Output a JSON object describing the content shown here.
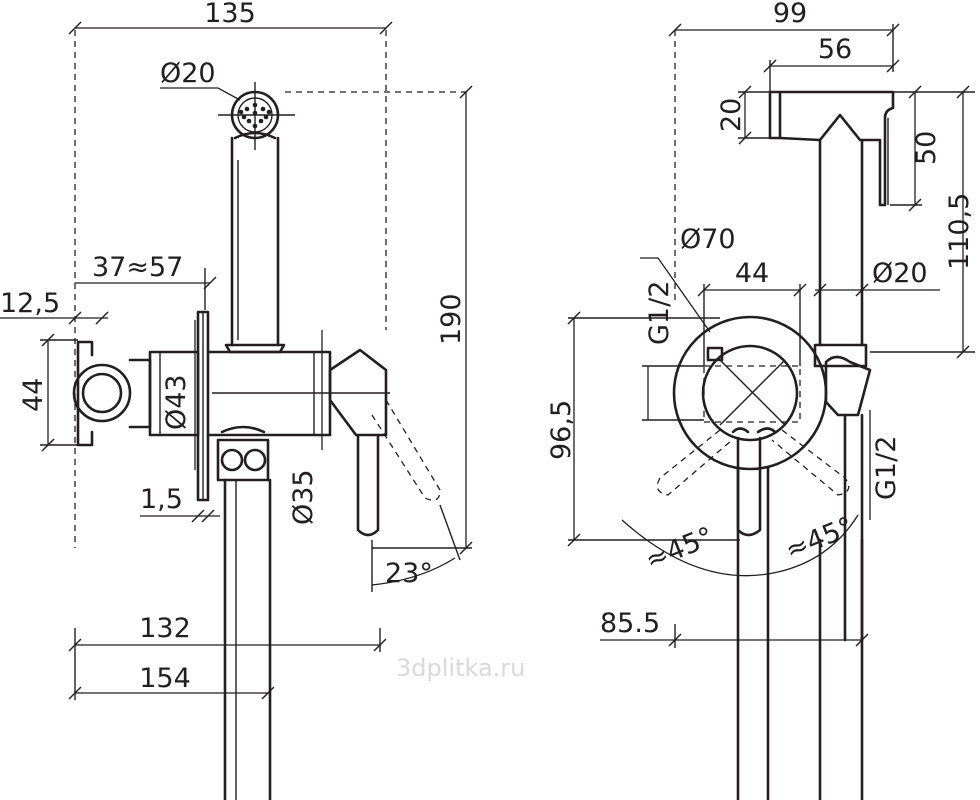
{
  "left_view": {
    "dims": {
      "width_total": "135",
      "shower_diameter": "Ø20",
      "mount_range": "37≈57",
      "wall_offset": "12,5",
      "block_height": "44",
      "flange_diameter": "Ø43",
      "plate_thickness": "1,5",
      "body_diameter": "Ø35",
      "lever_angle": "23°",
      "height_total": "190",
      "depth_132": "132",
      "depth_154": "154"
    }
  },
  "right_view": {
    "dims": {
      "width_total": "99",
      "head_length": "56",
      "head_height": "20",
      "head_depth": "50",
      "height_total": "110,5",
      "plate_diameter": "Ø70",
      "thread_left": "G1/2",
      "center_width": "44",
      "hose_diameter": "Ø20",
      "mount_height": "96,5",
      "thread_right": "G1/2",
      "angle_left": "≈45°",
      "angle_right": "≈45°",
      "bottom_dim": "85.5"
    }
  },
  "watermark": "3dplitka.ru"
}
